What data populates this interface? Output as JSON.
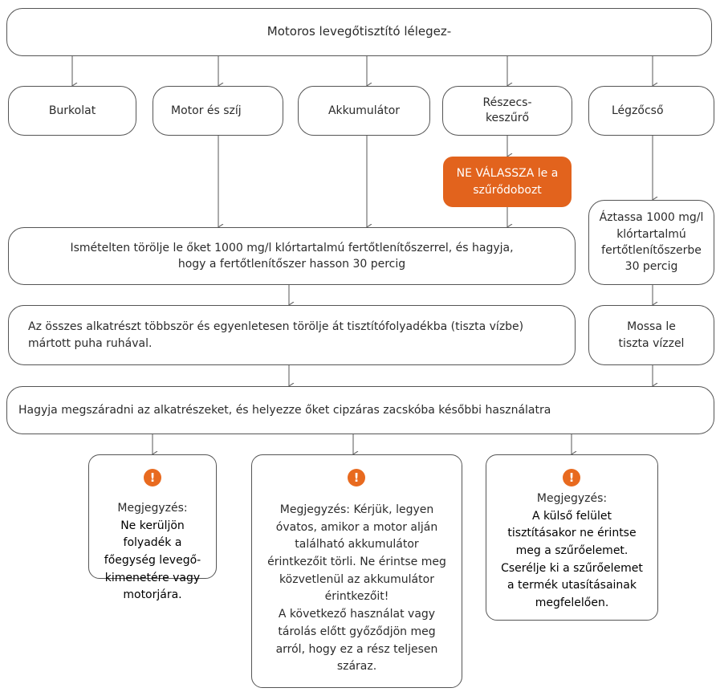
{
  "title": "Motoros levegőtisztító lélegez-",
  "parts": {
    "burkolat": "Burkolat",
    "motor": "Motor és szíj",
    "akku": "Akkumulátor",
    "reszecske": "Részecs-\nkeszűrő",
    "legzocso": "Légzőcső"
  },
  "warning_filter": "NE VÁLASSZA le a szűrődobozt",
  "step_wipe": "Ismételten törölje le őket 1000 mg/l klórtartalmú fertőtlenítőszerrel, és hagyja, hogy a fertőtlenítőszer hasson 30 percig",
  "step_soak": "Áztassa 1000 mg/l klórtartalmú fertőtlenítőszerbe 30 percig",
  "step_all": "Az összes alkatrészt többször és egyenletesen törölje át tisztítófolyadékba (tiszta vízbe) mártott puha ruhával.",
  "step_rinse": "Mossa le tiszta vízzel",
  "step_dry": "Hagyja megszáradni az alkatrészeket, és helyezze őket cipzáras zacskóba későbbi használatra",
  "alert_symbol": "!",
  "notes": {
    "left": {
      "label": "Megjegyzés:",
      "text": "Ne kerüljön folyadék a főegység levegő-kimenetére vagy motorjára."
    },
    "middle": {
      "text1": "Megjegyzés: Kérjük, legyen óvatos, amikor a motor alján található akkumulátor érintkezőit törli. Ne érintse meg közvetlenül az akkumulátor érintkezőit!",
      "text2": "A következő használat vagy tárolás előtt győződjön meg arról, hogy ez a rész teljesen száraz."
    },
    "right": {
      "label": "Megjegyzés:",
      "text": "A külső felület tisztításakor ne érintse meg a szűrőelemet. Cserélje ki a szűrőelemet a termék utasításainak megfelelően."
    }
  },
  "colors": {
    "warning": "#e2631d",
    "border": "#555555",
    "text": "#2b2b2b"
  }
}
